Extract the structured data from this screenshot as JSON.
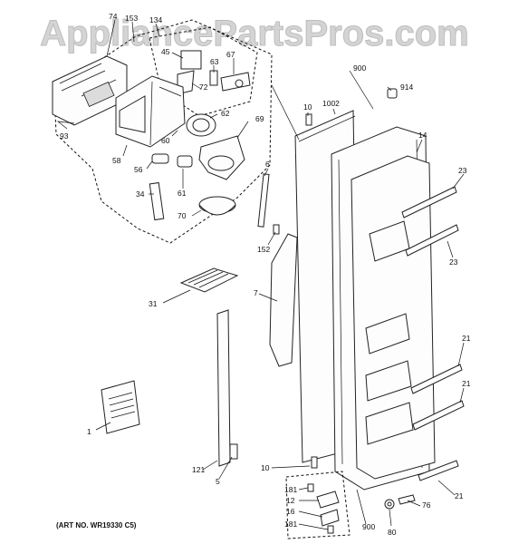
{
  "watermark": "AppliancePartsPros.com",
  "art_number": "(ART NO. WR19330 C5)",
  "callouts": [
    {
      "id": "74",
      "text": "74"
    },
    {
      "id": "153",
      "text": "153"
    },
    {
      "id": "134",
      "text": "134"
    },
    {
      "id": "45",
      "text": "45"
    },
    {
      "id": "63",
      "text": "63"
    },
    {
      "id": "67",
      "text": "67"
    },
    {
      "id": "72",
      "text": "72"
    },
    {
      "id": "93",
      "text": "93"
    },
    {
      "id": "62",
      "text": "62"
    },
    {
      "id": "69",
      "text": "69"
    },
    {
      "id": "60",
      "text": "60"
    },
    {
      "id": "58",
      "text": "58"
    },
    {
      "id": "56",
      "text": "56"
    },
    {
      "id": "61",
      "text": "61"
    },
    {
      "id": "34",
      "text": "34"
    },
    {
      "id": "70",
      "text": "70"
    },
    {
      "id": "900a",
      "text": "900"
    },
    {
      "id": "914",
      "text": "914"
    },
    {
      "id": "10a",
      "text": "10"
    },
    {
      "id": "1002",
      "text": "1002"
    },
    {
      "id": "14",
      "text": "14"
    },
    {
      "id": "23a",
      "text": "23"
    },
    {
      "id": "23b",
      "text": "23"
    },
    {
      "id": "6",
      "text": "6"
    },
    {
      "id": "152",
      "text": "152"
    },
    {
      "id": "31",
      "text": "31"
    },
    {
      "id": "7",
      "text": "7"
    },
    {
      "id": "21a",
      "text": "21"
    },
    {
      "id": "21b",
      "text": "21"
    },
    {
      "id": "21c",
      "text": "21"
    },
    {
      "id": "1",
      "text": "1"
    },
    {
      "id": "121",
      "text": "121"
    },
    {
      "id": "5",
      "text": "5"
    },
    {
      "id": "10b",
      "text": "10"
    },
    {
      "id": "181a",
      "text": "181"
    },
    {
      "id": "12",
      "text": "12"
    },
    {
      "id": "16",
      "text": "16"
    },
    {
      "id": "181b",
      "text": "181"
    },
    {
      "id": "76",
      "text": "76"
    },
    {
      "id": "80",
      "text": "80"
    },
    {
      "id": "900b",
      "text": "900"
    }
  ]
}
